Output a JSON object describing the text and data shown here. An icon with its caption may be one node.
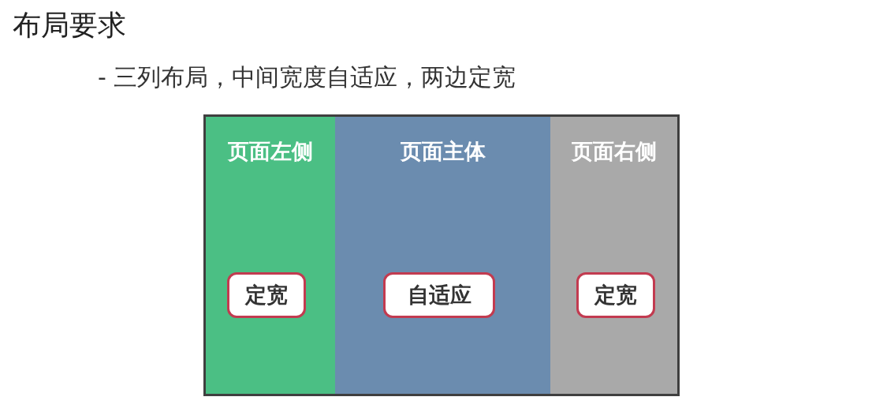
{
  "diagram": {
    "title": "布局要求",
    "nodes": [
      {
        "text": [],
        "shape": "box"
      },
      {
        "text": [
          "页面左侧"
        ],
        "in": 0
      },
      {
        "text": [
          "定宽"
        ],
        "in": 1
      },
      {
        "text": [
          "页面主体"
        ],
        "in": 0
      },
      {
        "text": [
          "自适应"
        ],
        "in": 3
      },
      {
        "text": [
          "页面右侧"
        ],
        "in": 0
      },
      {
        "text": [
          "定宽"
        ],
        "in": 5
      }
    ],
    "labels": [
      "- 三列布局，中间宽度自适应，两边定宽"
    ]
  }
}
